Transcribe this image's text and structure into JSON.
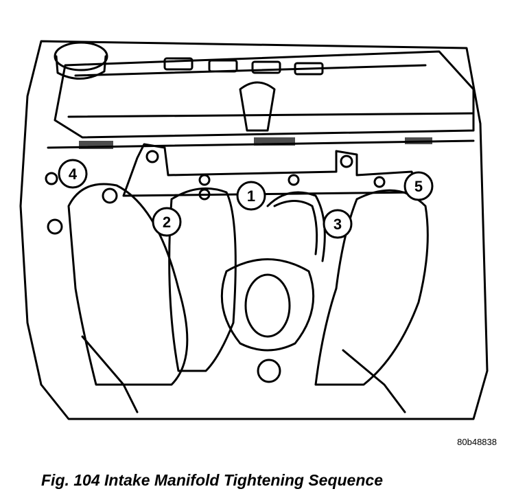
{
  "caption": "Fig. 104 Intake Manifold Tightening Sequence",
  "image_id": "80b48838",
  "callouts": [
    "1",
    "2",
    "3",
    "4",
    "5"
  ],
  "colors": {
    "line": "#000000",
    "background": "#ffffff"
  }
}
